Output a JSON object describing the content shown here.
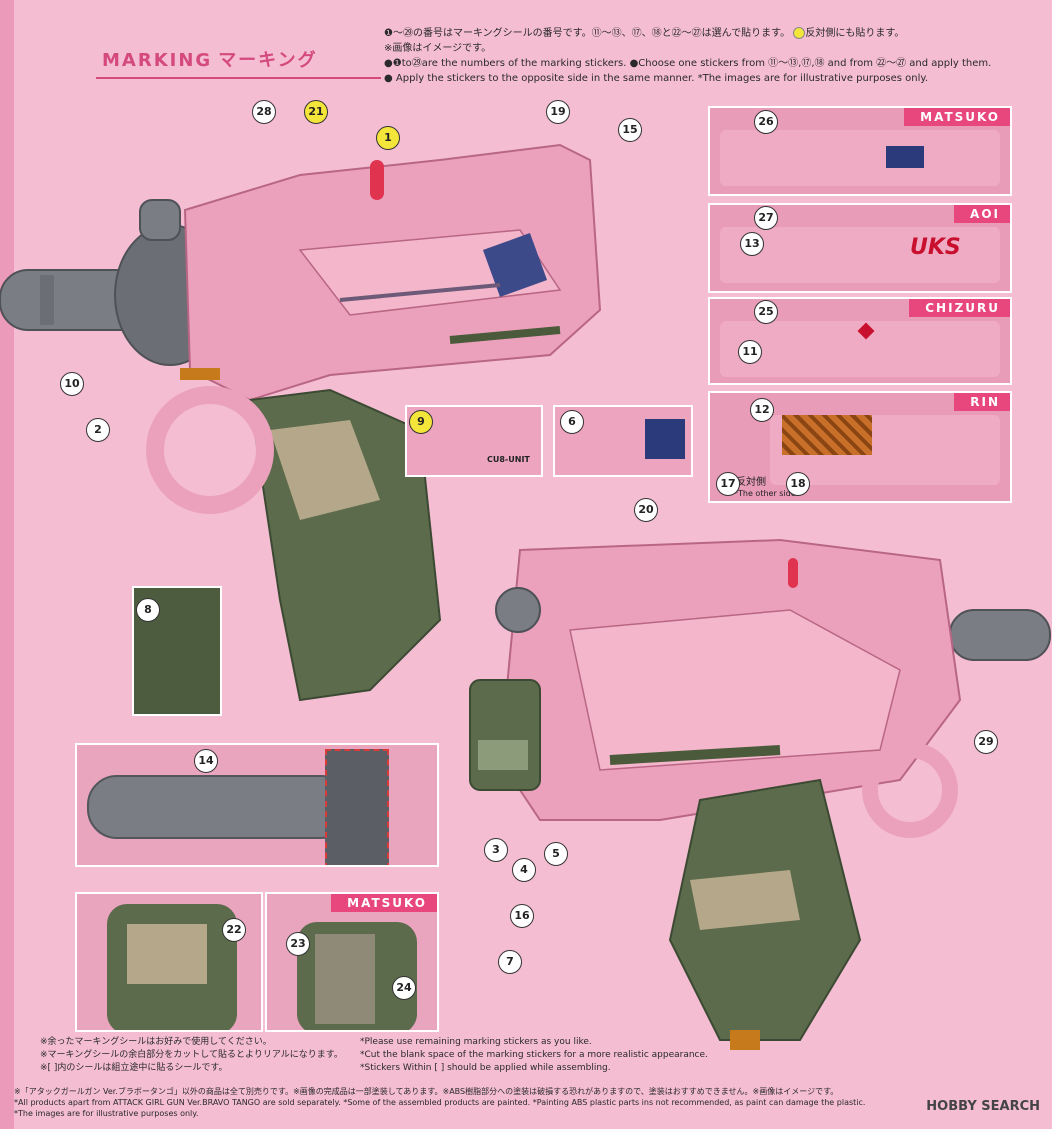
{
  "header": {
    "title_en": "MARKING",
    "title_jp": "マーキング"
  },
  "notes": {
    "line1": "❶〜㉙の番号はマーキングシールの番号です。⑪〜⑬、⑰、⑱と㉒〜㉗は選んで貼ります。",
    "line1b": "反対側にも貼ります。",
    "line2": "※画像はイメージです。",
    "line3": "●❶to㉙are the numbers of the marking stickers.  ●Choose one stickers from ⑪〜⑬,⑰,⑱ and from ㉒〜㉗ and apply them.",
    "line4": "● Apply the stickers to the opposite side in the same manner.  *The images are for illustrative purposes only."
  },
  "panels": {
    "matsuko": "MATSUKO",
    "aoi": "AOI",
    "chizuru": "CHIZURU",
    "rin": "RIN",
    "matsuko_bottom": "MATSUKO",
    "other_side_jp": "反対側",
    "other_side_en": "*The other side."
  },
  "callouts": {
    "c1": "1",
    "c2": "2",
    "c3": "3",
    "c4": "4",
    "c5": "5",
    "c6": "6",
    "c7": "7",
    "c8": "8",
    "c9": "9",
    "c10": "10",
    "c11": "11",
    "c12": "12",
    "c13": "13",
    "c14": "14",
    "c15": "15",
    "c16": "16",
    "c17": "17",
    "c18": "18",
    "c19": "19",
    "c20": "20",
    "c21": "21",
    "c22": "22",
    "c23": "23",
    "c24": "24",
    "c25": "25",
    "c26": "26",
    "c27": "27",
    "c28": "28",
    "c29": "29"
  },
  "sticker_texts": {
    "cu_unit": "CU8-UNIT",
    "aoi_logo": "UKS"
  },
  "bottom": {
    "jp1": "※余ったマーキングシールはお好みで使用してください。",
    "jp2": "※マーキングシールの余白部分をカットして貼るとよりリアルになります。",
    "jp3": "※[ ]内のシールは組立途中に貼るシールです。",
    "en1": "*Please use remaining marking stickers as you like.",
    "en2": "*Cut the blank space of the marking stickers for a more realistic appearance.",
    "en3": "*Stickers Within [ ] should be applied while assembling.",
    "footer_jp": "※「アタックガールガン Ver.ブラボータンゴ」以外の商品は全て別売りです。※画像の完成品は一部塗装してあります。※ABS樹脂部分への塗装は破損する恐れがありますので、塗装はおすすめできません。※画像はイメージです。",
    "footer_en1": "*All products apart from ATTACK GIRL GUN Ver.BRAVO TANGO are sold separately. *Some of the assembled products are painted. *Painting ABS plastic parts ins not recommended, as paint can damage the plastic.",
    "footer_en2": "*The images are for illustrative purposes only.",
    "logo": "HOBBY SEARCH"
  },
  "colors": {
    "pink_bg": "#f4bdd2",
    "accent": "#e8477e",
    "olive": "#5a6a4a",
    "barrel_gray": "#7c7f86"
  }
}
